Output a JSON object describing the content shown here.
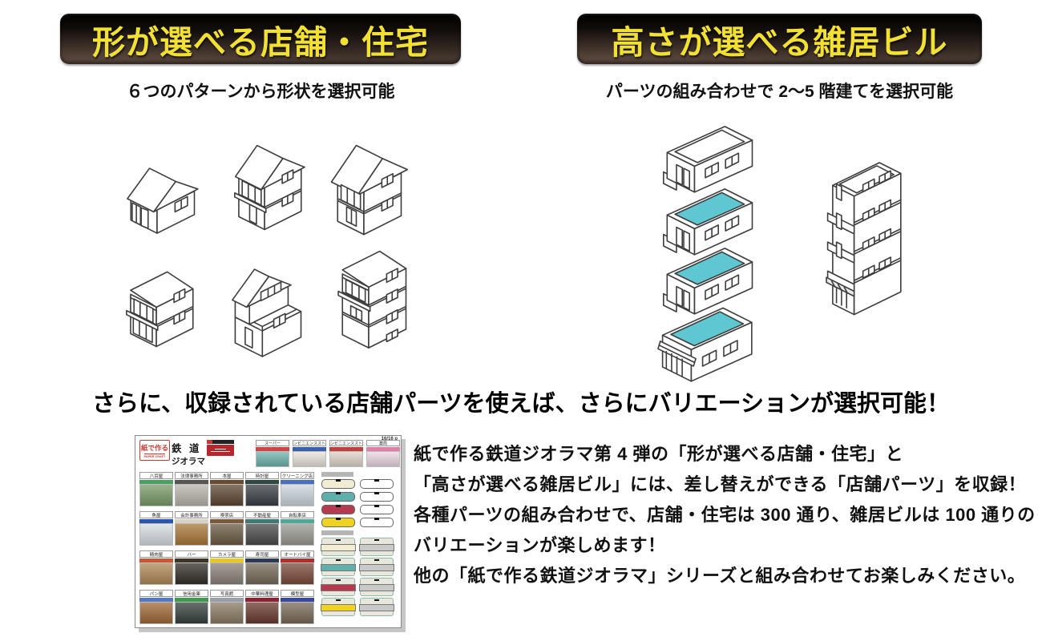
{
  "left_section": {
    "title": "形が選べる店舗・住宅",
    "subtitle": "６つのパターンから形状を選択可能"
  },
  "right_section": {
    "title": "高さが選べる雑居ビル",
    "subtitle": "パーツの組み合わせで 2〜5 階建てを選択可能"
  },
  "headline": "さらに、収録されている店舗パーツを使えば、さらにバリエーションが選択可能！",
  "description": {
    "line1": "紙で作る鉄道ジオラマ第 4 弾の「形が選べる店舗・住宅」と",
    "line2": "「高さが選べる雑居ビル」には、差し替えができる「店舗パーツ」を収録！",
    "line3": "各種パーツの組み合わせで、店舗・住宅は 300 通り、雑居ビルは 100 通りの",
    "line4": "バリエーションが楽しめます！",
    "line5": "他の「紙で作る鉄道ジオラマ」シリーズと組み合わせてお楽しみください。"
  },
  "colors": {
    "roof_cyan": "#5ec7d2",
    "accent_yellow": "#f2e035",
    "line_art": "#3d3d3d"
  },
  "sheet": {
    "page_number": "16/16 p",
    "logo": {
      "kana": "紙で作る",
      "en": "PAPER CRAFT",
      "title_a": "鉄 道",
      "title_b": "ジオラマ"
    },
    "top_shops": [
      {
        "label": "スーパー",
        "sign": "#cc4444",
        "photo": "#6fb3ad"
      },
      {
        "label": "コンビニエンスストア",
        "sign": "#3a5fae",
        "photo": "#e8e4da"
      },
      {
        "label": "コンビニエンスストア",
        "sign": "#c04040",
        "photo": "#ddd5c8"
      },
      {
        "label": "薬局",
        "sign": "#e07faa",
        "photo": "#ead8e0"
      }
    ],
    "shops": [
      {
        "label": "八百屋",
        "sign": "#4aa060",
        "photo": "#7a9a6a"
      },
      {
        "label": "法律事務所",
        "sign": "#555555",
        "photo": "#b9b4ac"
      },
      {
        "label": "本屋",
        "sign": "#6a4a30",
        "photo": "#5e4632"
      },
      {
        "label": "時計屋",
        "sign": "#2e4a40",
        "photo": "#3a3f46"
      },
      {
        "label": "クリーニング店",
        "sign": "#4a6ec0",
        "photo": "#cdd6de"
      },
      {
        "label": "魚屋",
        "sign": "#2a55b0",
        "photo": "#d7dde2"
      },
      {
        "label": "会計事務所",
        "sign": "#d8d2c4",
        "photo": "#a87838"
      },
      {
        "label": "喫茶店",
        "sign": "#7a5a3a",
        "photo": "#6b5a42"
      },
      {
        "label": "不動産屋",
        "sign": "#3f7a72",
        "photo": "#4a4a4a"
      },
      {
        "label": "自転車店",
        "sign": "#50a898",
        "photo": "#9a9a92"
      },
      {
        "label": "精肉屋",
        "sign": "#cc5533",
        "photo": "#b08858"
      },
      {
        "label": "バー",
        "sign": "#403528",
        "photo": "#332e28"
      },
      {
        "label": "カメラ屋",
        "sign": "#e8c820",
        "photo": "#8a8278"
      },
      {
        "label": "寿司屋",
        "sign": "#2e3a56",
        "photo": "#756a58"
      },
      {
        "label": "オートバイ屋",
        "sign": "#b03030",
        "photo": "#7d4a3a"
      },
      {
        "label": "パン屋",
        "sign": "#5577c0",
        "photo": "#a06a38"
      },
      {
        "label": "信用金庫",
        "sign": "#3f9a50",
        "photo": "#37413d"
      },
      {
        "label": "写真館",
        "sign": "#9aa0a8",
        "photo": "#8a7a62"
      },
      {
        "label": "中華料理屋",
        "sign": "#8a2430",
        "photo": "#6a3a30"
      },
      {
        "label": "模型屋",
        "sign": "#3a4a9a",
        "photo": "#7a6a5a"
      }
    ],
    "parts": {
      "pill_colors": [
        "#f2ecd2",
        "#5fb0ac",
        "#b53a50",
        "#f0d320"
      ],
      "pill_alt": "#ffffff",
      "band_colors": [
        "#f2ecd2",
        "#5fb0ac",
        "#b53a50",
        "#f0d320"
      ],
      "band_alt": "#c9c9c9"
    }
  }
}
